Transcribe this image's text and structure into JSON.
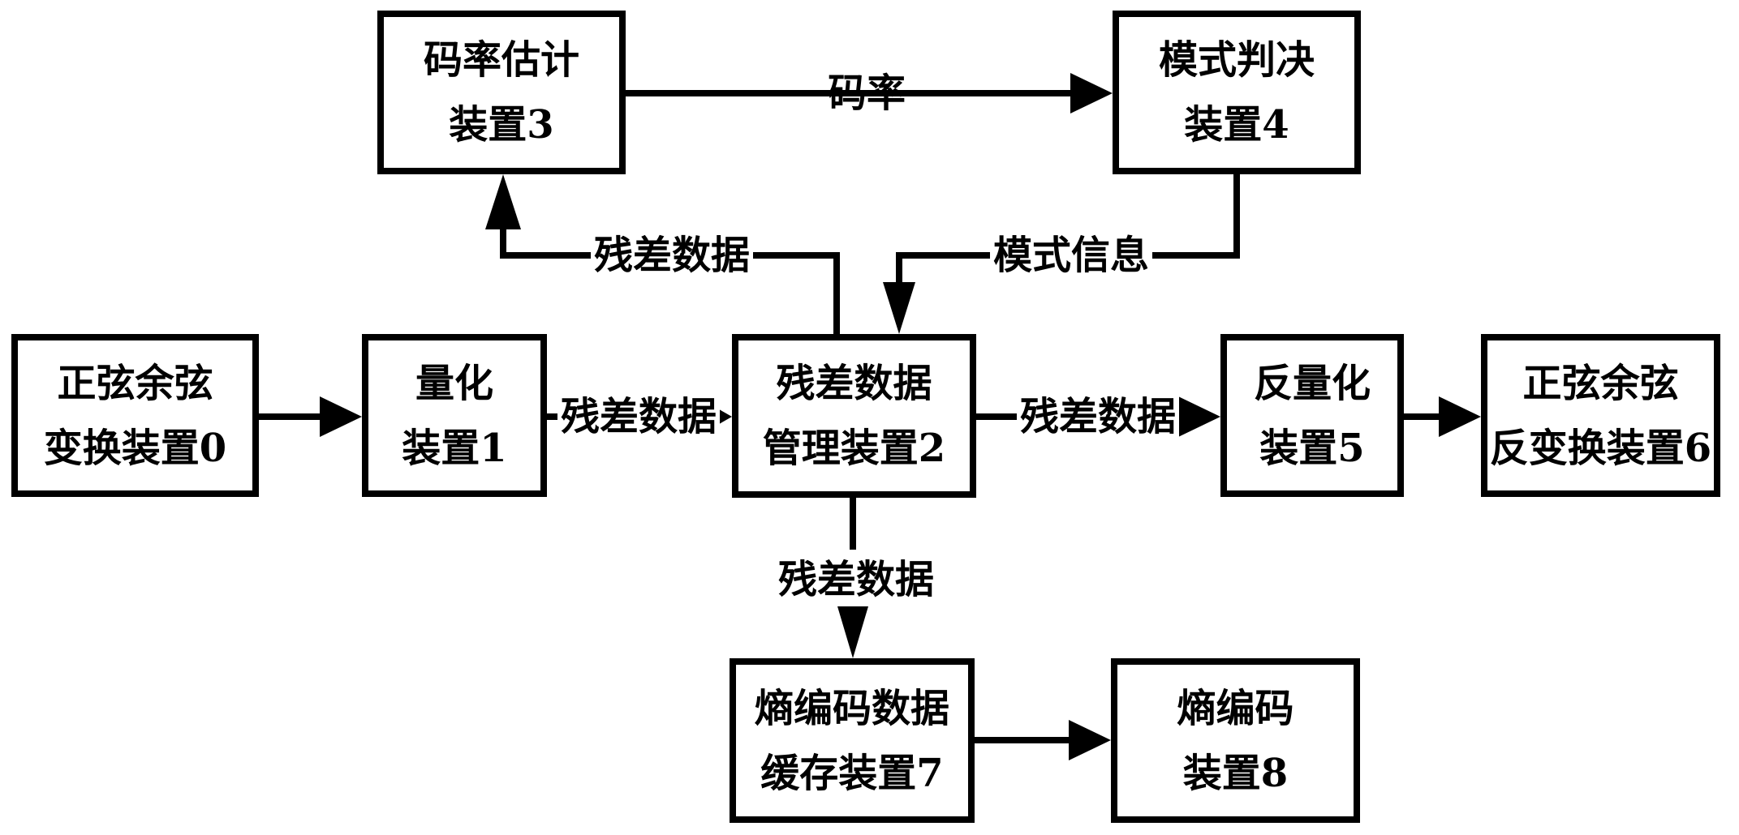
{
  "diagram": {
    "boxes": {
      "b0": {
        "line1": "正弦余弦",
        "line2": "变换装置0"
      },
      "b1": {
        "line1": "量化",
        "line2": "装置1"
      },
      "b2": {
        "line1": "残差数据",
        "line2": "管理装置2"
      },
      "b3": {
        "line1": "码率估计",
        "line2": "装置3"
      },
      "b4": {
        "line1": "模式判决",
        "line2": "装置4"
      },
      "b5": {
        "line1": "反量化",
        "line2": "装置5"
      },
      "b6": {
        "line1": "正弦余弦",
        "line2": "反变换装置6"
      },
      "b7": {
        "line1": "熵编码数据",
        "line2": "缓存装置7"
      },
      "b8": {
        "line1": "熵编码",
        "line2": "装置8"
      }
    },
    "edge_labels": {
      "bitrate": "码率",
      "residual_to_estimator": "残差数据",
      "mode_info": "模式信息",
      "residual_quant_to_manager": "残差数据",
      "residual_manager_to_dequant": "残差数据",
      "residual_manager_to_buffer": "残差数据"
    },
    "colors": {
      "ink": "#000000",
      "background": "#ffffff"
    }
  }
}
